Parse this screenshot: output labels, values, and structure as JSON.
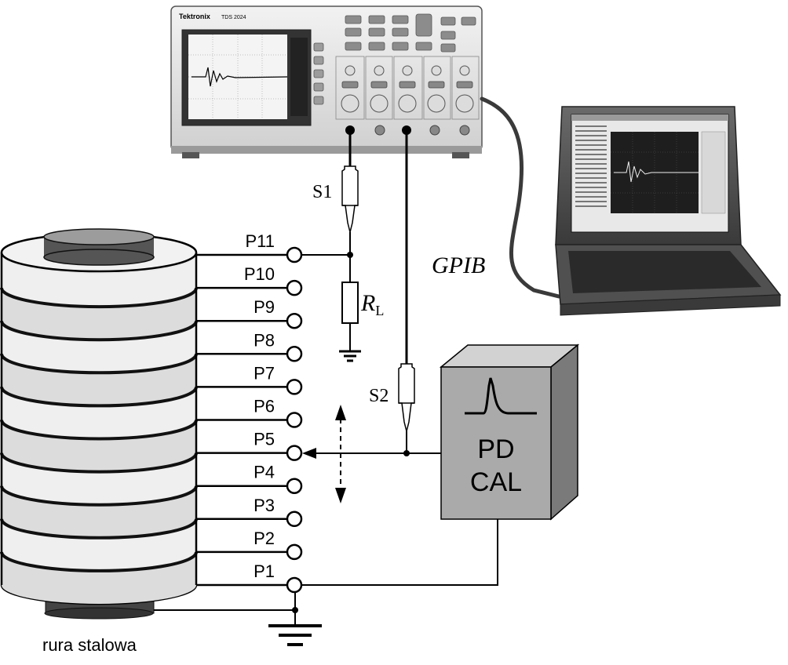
{
  "oscilloscope": {
    "brand": "Tektronix",
    "model": "TDS 2024"
  },
  "probes": {
    "s1": "S1",
    "s2": "S2"
  },
  "resistor": {
    "symbol": "R",
    "subscript": "L"
  },
  "link_label": "GPIB",
  "taps": [
    "P1",
    "P2",
    "P3",
    "P4",
    "P5",
    "P6",
    "P7",
    "P8",
    "P9",
    "P10",
    "P11"
  ],
  "calibrator": {
    "line1": "PD",
    "line2": "CAL"
  },
  "pipe_label": "rura stalowa"
}
